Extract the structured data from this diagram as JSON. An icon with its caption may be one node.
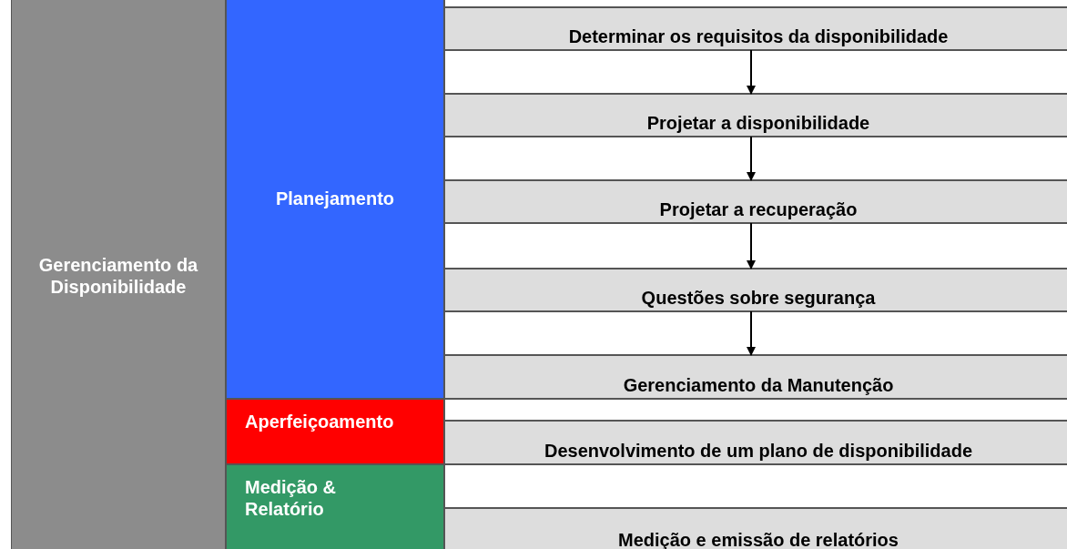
{
  "diagram": {
    "nodes": [
      {
        "text": [
          "Gerenciamento da Disponibilidade"
        ]
      },
      {
        "text": [
          "Planejamento"
        ]
      },
      {
        "text": [
          "Aperfeiçoamento"
        ]
      },
      {
        "text": [
          "Medição & Relatório"
        ]
      },
      {
        "text": [
          "Determinar os requisitos da disponibilidade"
        ]
      },
      {
        "text": [
          "Projetar a disponibilidade"
        ]
      },
      {
        "text": [
          "Projetar a recuperação"
        ]
      },
      {
        "text": [
          "Questões sobre segurança"
        ]
      },
      {
        "text": [
          "Gerenciamento da Manutenção"
        ]
      },
      {
        "text": [
          "Desenvolvimento de um plano de disponibilidade"
        ]
      },
      {
        "text": [
          "Medição e emissão de relatórios"
        ]
      }
    ],
    "edges": [
      {
        "from": 4,
        "to": 5,
        "arrow": "to"
      },
      {
        "from": 5,
        "to": 6,
        "arrow": "to"
      },
      {
        "from": 6,
        "to": 7,
        "arrow": "to"
      },
      {
        "from": 7,
        "to": 8,
        "arrow": "to"
      }
    ]
  }
}
